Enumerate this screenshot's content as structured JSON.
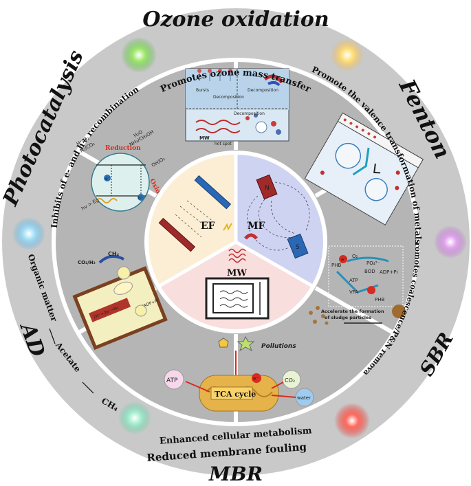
{
  "outer_ring": {
    "ozone": {
      "title": "Ozone oxidation",
      "subtitle": "Promotes ozone mass transfer"
    },
    "fenton": {
      "title": "Fenton",
      "subtitle": "Promote the valence transformation of metals"
    },
    "sbr": {
      "title": "SBR",
      "subtitle": "Promotes coalescence/P&N removal"
    },
    "mbr": {
      "title": "MBR",
      "subtitle_1": "Enhanced cellular metabolism",
      "subtitle_2": "Reduced membrane fouling"
    },
    "ad": {
      "title": "AD",
      "subtitle_1": "Organic matter",
      "subtitle_2": "Acetate",
      "subtitle_3": "CH₄"
    },
    "photocatalysis": {
      "title": "Photocatalysis",
      "subtitle": "Inhibits of e- and h+ recombination"
    }
  },
  "center": {
    "ef_label": "EF",
    "mf_label": "MF",
    "mw_label": "MW",
    "magnet_n": "N",
    "magnet_s": "S"
  },
  "ozone_panel": {
    "label_bursts": "Bursts",
    "label_decomp_1": "Decomposition",
    "label_decomp_2": "Decomposition",
    "label_decomp_3": "Decomposition",
    "label_mw": "MW",
    "label_hotspot": "hot spot"
  },
  "photo_panel": {
    "reduction": "Reduction",
    "oxidation": "Oxidation",
    "reactants_1": "H⁺/O₂",
    "reactants_2": "N₂/CO₂",
    "products_1": "H₂O",
    "products_2": "NH₃/CH₃OH",
    "oh": "OH/O₂",
    "e": "e⁻",
    "h": "h⁺",
    "hv": "hv > Eg"
  },
  "ad_panel": {
    "ch4": "CH₄",
    "co2": "CO₂/H₂",
    "h2": "2H⁺+2e⁻→H₂",
    "atp": "ATP/ADP+Pi"
  },
  "sbr_panel": {
    "phb_1": "PHB",
    "o2": "O₂",
    "po4": "PO₄³⁻",
    "bod": "BOD",
    "adp": "ADP+Pi",
    "atp": "ATP",
    "vfa": "VFA",
    "phb_2": "PHB",
    "e": "e⁻",
    "caption_1": "Accelerate the formation",
    "caption_2": "of sludge particles"
  },
  "mbr_panel": {
    "pollutions": "Pollutions",
    "atp": "ATP",
    "tca": "TCA cycle",
    "co2": "CO₂",
    "water": "water",
    "e": "e⁻"
  },
  "colors": {
    "ring": "#c9c9c9",
    "border": "#9a9a9a",
    "ef_bg": "#fbeed4",
    "mf_bg": "#cfd3f2",
    "mw_bg": "#f8dedd",
    "panel_bg": "#b5b5b5",
    "red": "#d62b20"
  }
}
